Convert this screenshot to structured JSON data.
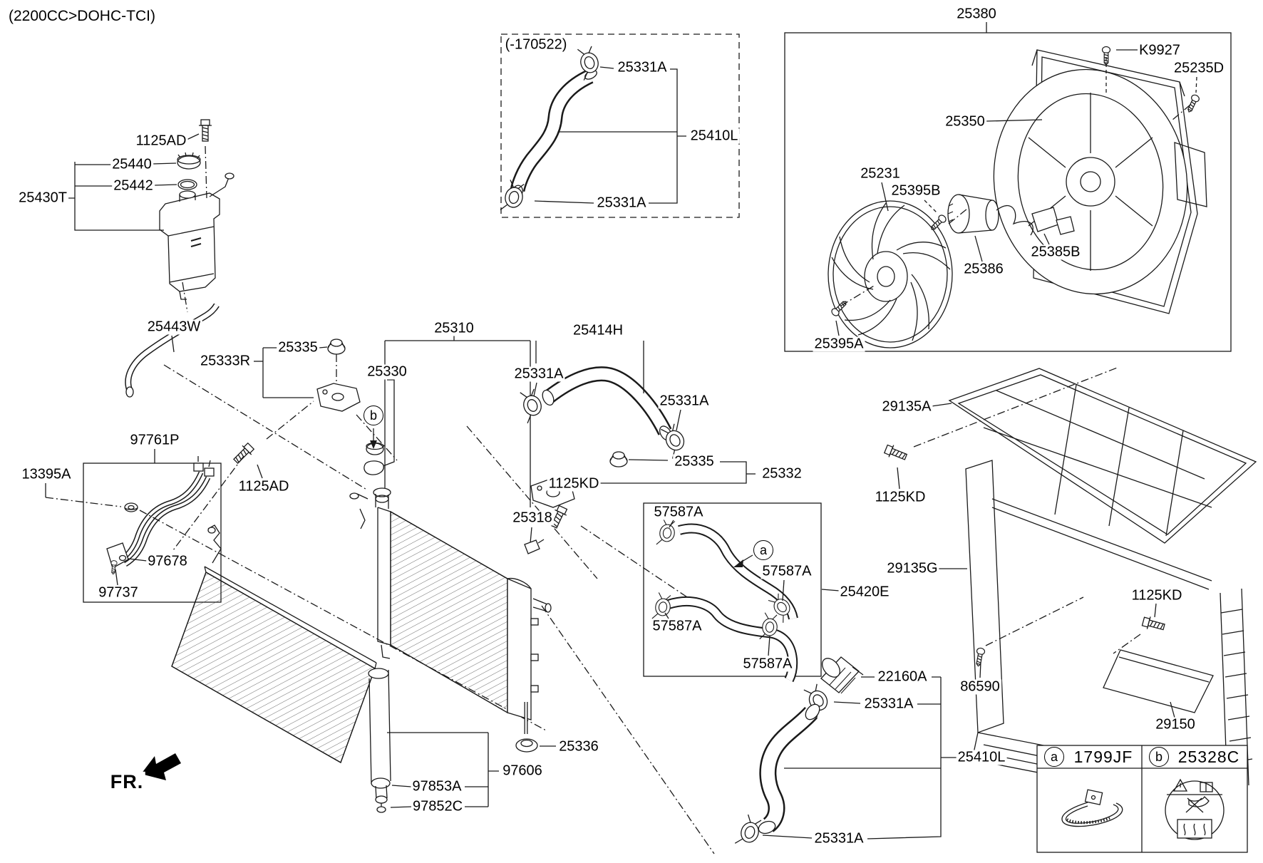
{
  "page": {
    "engine_spec": "(2200CC>DOHC-TCI)",
    "fr": "FR."
  },
  "reservoir": {
    "assembly": "25430T",
    "cap": "25440",
    "o_ring": "25442",
    "bolt": "1125AD",
    "overflow_tube": "25443W"
  },
  "inset": {
    "date_range": "(-170522)",
    "clamp_top": "25331A",
    "hose": "25410L",
    "clamp_bottom": "25331A"
  },
  "fan": {
    "assembly": "25380",
    "pin": "K9927",
    "screw_top": "25235D",
    "shroud": "25350",
    "blade": "25231",
    "screw_front": "25395B",
    "motor": "25386",
    "connector": "25385B",
    "screw_side": "25395A"
  },
  "mounts": {
    "bracket_upper": "25333R",
    "insulator_upper": "25335",
    "insulator_lower": "25335",
    "bracket_lower": "25332"
  },
  "degas_pipes": {
    "assembly": "97761P",
    "nut": "13395A",
    "bolt": "1125AD",
    "clip": "97678",
    "screw": "97737"
  },
  "radiator": {
    "assembly": "25310",
    "cap": "25330",
    "cap_marker": "b",
    "sensor": "25318",
    "bolt": "1125KD",
    "grommet": "25336"
  },
  "hose_upper": {
    "assembly": "25414H",
    "clamp_left": "25331A",
    "clamp_right": "25331A"
  },
  "hose_reservoir": {
    "assembly": "25420E",
    "marker": "a",
    "clamp_1": "57587A",
    "clamp_2": "57587A",
    "clamp_3": "57587A",
    "clamp_4": "57587A"
  },
  "hose_lower": {
    "assembly": "25410L",
    "fitting": "22160A",
    "clamp_top": "25331A",
    "clamp_bottom": "25331A"
  },
  "condenser": {
    "assembly": "97606",
    "drier": "97853A",
    "drier_cap": "97852C"
  },
  "carrier": {
    "guard_upper": "29135A",
    "guard_lower": "29135G",
    "bolt_upper": "1125KD",
    "bolt_lower": "1125KD",
    "screw": "86590",
    "deflector": "29150"
  },
  "legend": {
    "a_marker": "a",
    "a_code": "1799JF",
    "b_marker": "b",
    "b_code": "25328C"
  }
}
